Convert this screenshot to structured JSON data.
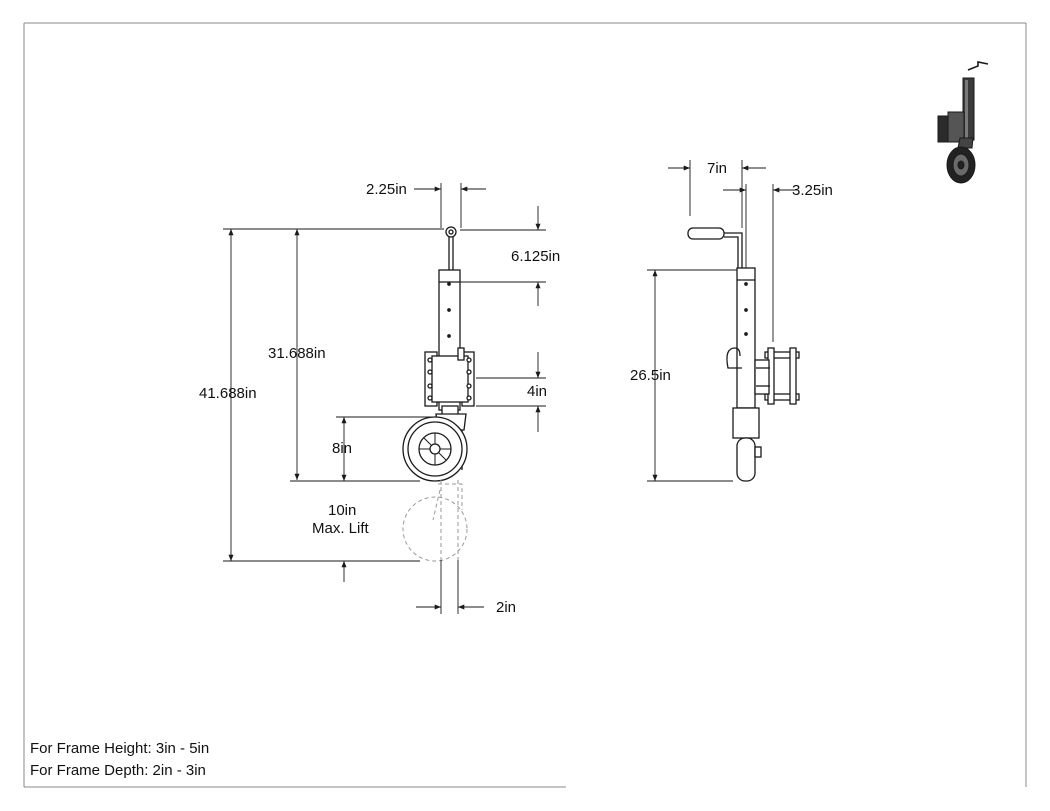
{
  "dimensions": {
    "top_pin_width": "2.25in",
    "handle_clearance": "6.125in",
    "total_height": "41.688in",
    "retracted_height": "31.688in",
    "bracket_height": "4in",
    "wheel_diameter": "8in",
    "max_lift_value": "10in",
    "max_lift_label": "Max. Lift",
    "tube_width": "2in",
    "crank_length": "7in",
    "bracket_offset": "3.25in",
    "side_height": "26.5in"
  },
  "notes": {
    "frame_height": "For Frame Height: 3in - 5in",
    "frame_depth": "For Frame Depth: 2in - 3in"
  },
  "colors": {
    "line": "#1a1a1a",
    "border": "#888888",
    "ghost": "#9a9a9a",
    "thumbnail_dark": "#3a3a3a"
  }
}
